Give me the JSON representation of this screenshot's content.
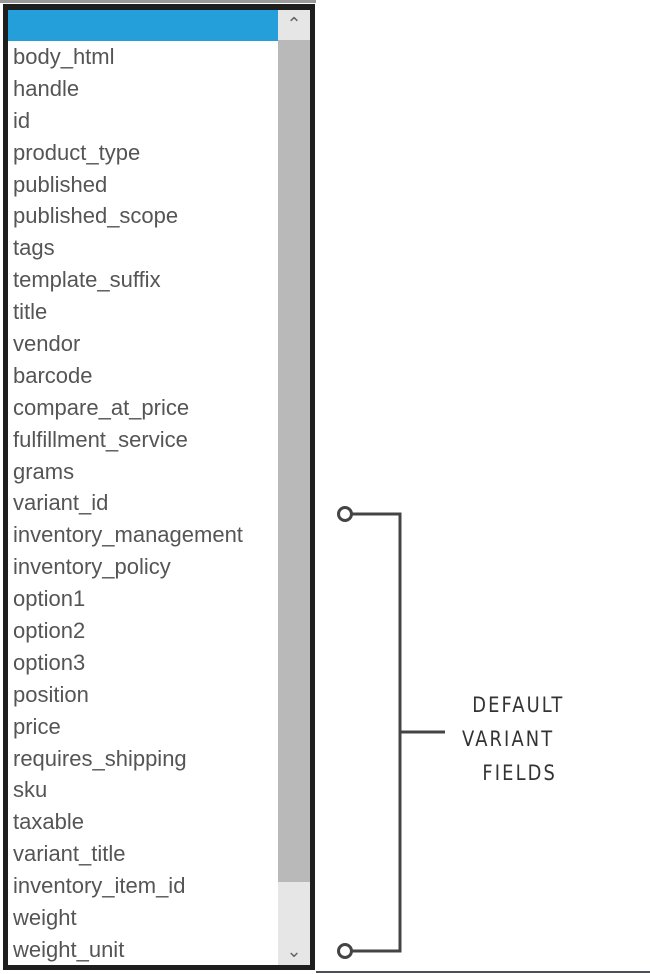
{
  "listbox": {
    "selected": "",
    "items": [
      "body_html",
      "handle",
      "id",
      "product_type",
      "published",
      "published_scope",
      "tags",
      "template_suffix",
      "title",
      "vendor",
      "barcode",
      "compare_at_price",
      "fulfillment_service",
      "grams",
      "variant_id",
      "inventory_management",
      "inventory_policy",
      "option1",
      "option2",
      "option3",
      "position",
      "price",
      "requires_shipping",
      "sku",
      "taxable",
      "variant_title",
      "inventory_item_id",
      "weight",
      "weight_unit"
    ],
    "selected_color": "#259fd9",
    "scroll_up_icon": "chevron-up-icon",
    "scroll_down_icon": "chevron-down-icon"
  },
  "annotation": {
    "lines": [
      "DEFAULT",
      "VARIANT",
      "FIELDS"
    ]
  }
}
